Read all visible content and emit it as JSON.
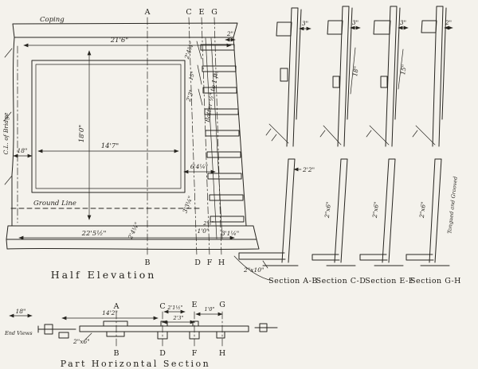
{
  "drawing": {
    "half_elevation": {
      "caption": "Half Elevation",
      "coping_label": "Coping",
      "gl_bridge_label": "C.L. of Bridge",
      "ground_line_label": "Ground Line",
      "batter_label": "Batter ½\" to 1 ft.",
      "dims": {
        "top_width": "21'6\"",
        "height": "18'0\"",
        "panel_width": "14'7\"",
        "bottom_width": "22'5½\"",
        "left_offset": "18\"",
        "coping_rise": "2'4¾\"",
        "step_15": "15\"",
        "step_2_3": "2'3\"",
        "coping_edge": "2\"",
        "mid_6_4": "6'4¼\"",
        "low_3_3": "3'3¼\"",
        "low_2_4": "2'4¼\"",
        "base_1_0": "1'0\"",
        "base_3_1": "3'1¼\"",
        "base_2_5": "2½\""
      },
      "letters": {
        "a": "A",
        "b": "B",
        "c": "C",
        "d": "D",
        "e": "E",
        "f": "F",
        "g": "G",
        "h": "H"
      }
    },
    "sections": {
      "ab": {
        "label": "Section A-B",
        "dim_top": "3\"",
        "dim_2_2": "2'2\"",
        "dim_plank": "2\"x10\""
      },
      "cd": {
        "label": "Section C-D",
        "dim_top": "3\"",
        "dim_height": "18\"",
        "dim_post": "2\"x6\""
      },
      "ef": {
        "label": "Section E-F",
        "dim_top": "3\"",
        "dim_height": "15\"",
        "dim_post": "2\"x6\""
      },
      "gh": {
        "label": "Section G-H",
        "dim_top": "2\"",
        "dim_post": "2\"x6\"",
        "note_tongued": "Tongued and Grooved"
      }
    },
    "plan": {
      "caption": "Part Horizontal Section",
      "end_label": "End Views",
      "dims": {
        "d18": "18\"",
        "d14_2": "14'2\"",
        "d2_1": "2'1½\"",
        "d2_3": "2'3\"",
        "d1_0": "1'0\"",
        "post": "2\"x6\""
      },
      "letters": {
        "a": "A",
        "b": "B",
        "c": "C",
        "d": "D",
        "e": "E",
        "f": "F",
        "g": "G",
        "h": "H"
      }
    }
  }
}
